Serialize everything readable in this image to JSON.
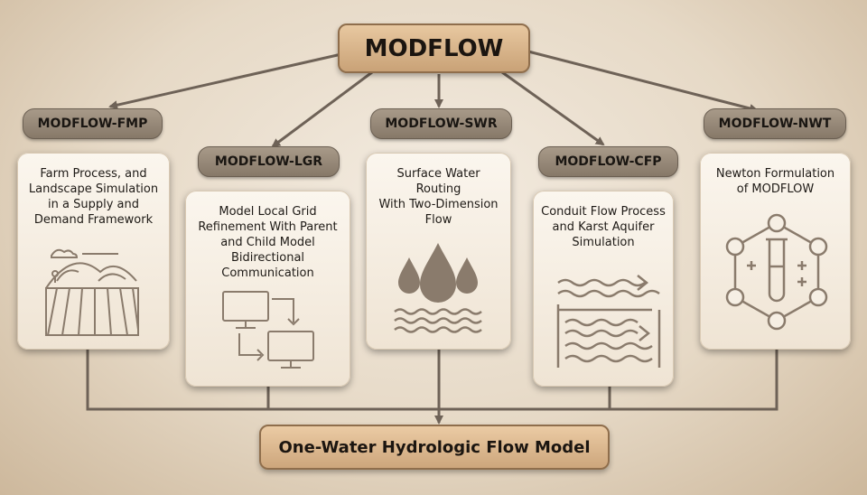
{
  "root": {
    "label": "MODFLOW"
  },
  "branches": [
    {
      "id": "fmp",
      "label": "MODFLOW-FMP",
      "description": "Farm Process, and\nLandscape Simulation\nin a Supply and\nDemand Framework",
      "icon": "farm-field-icon"
    },
    {
      "id": "lgr",
      "label": "MODFLOW-LGR",
      "description": "Model Local Grid\nRefinement With Parent\nand Child Model\nBidirectional\nCommunication",
      "icon": "computers-exchange-icon"
    },
    {
      "id": "swr",
      "label": "MODFLOW-SWR",
      "description": "Surface Water\nRouting\nWith Two-Dimension\nFlow",
      "icon": "water-drops-icon"
    },
    {
      "id": "cfp",
      "label": "MODFLOW-CFP",
      "description": "Conduit Flow Process\nand Karst Aquifer\nSimulation",
      "icon": "conduit-flow-icon"
    },
    {
      "id": "nwt",
      "label": "MODFLOW-NWT",
      "description": "Newton Formulation\nof MODFLOW",
      "icon": "test-tube-network-icon"
    }
  ],
  "output": {
    "label": "One-Water Hydrologic Flow Model"
  },
  "colors": {
    "line": "#6e6257",
    "icon": "#8a7b6c",
    "pill": "#938575",
    "root": "#d8b58b"
  }
}
